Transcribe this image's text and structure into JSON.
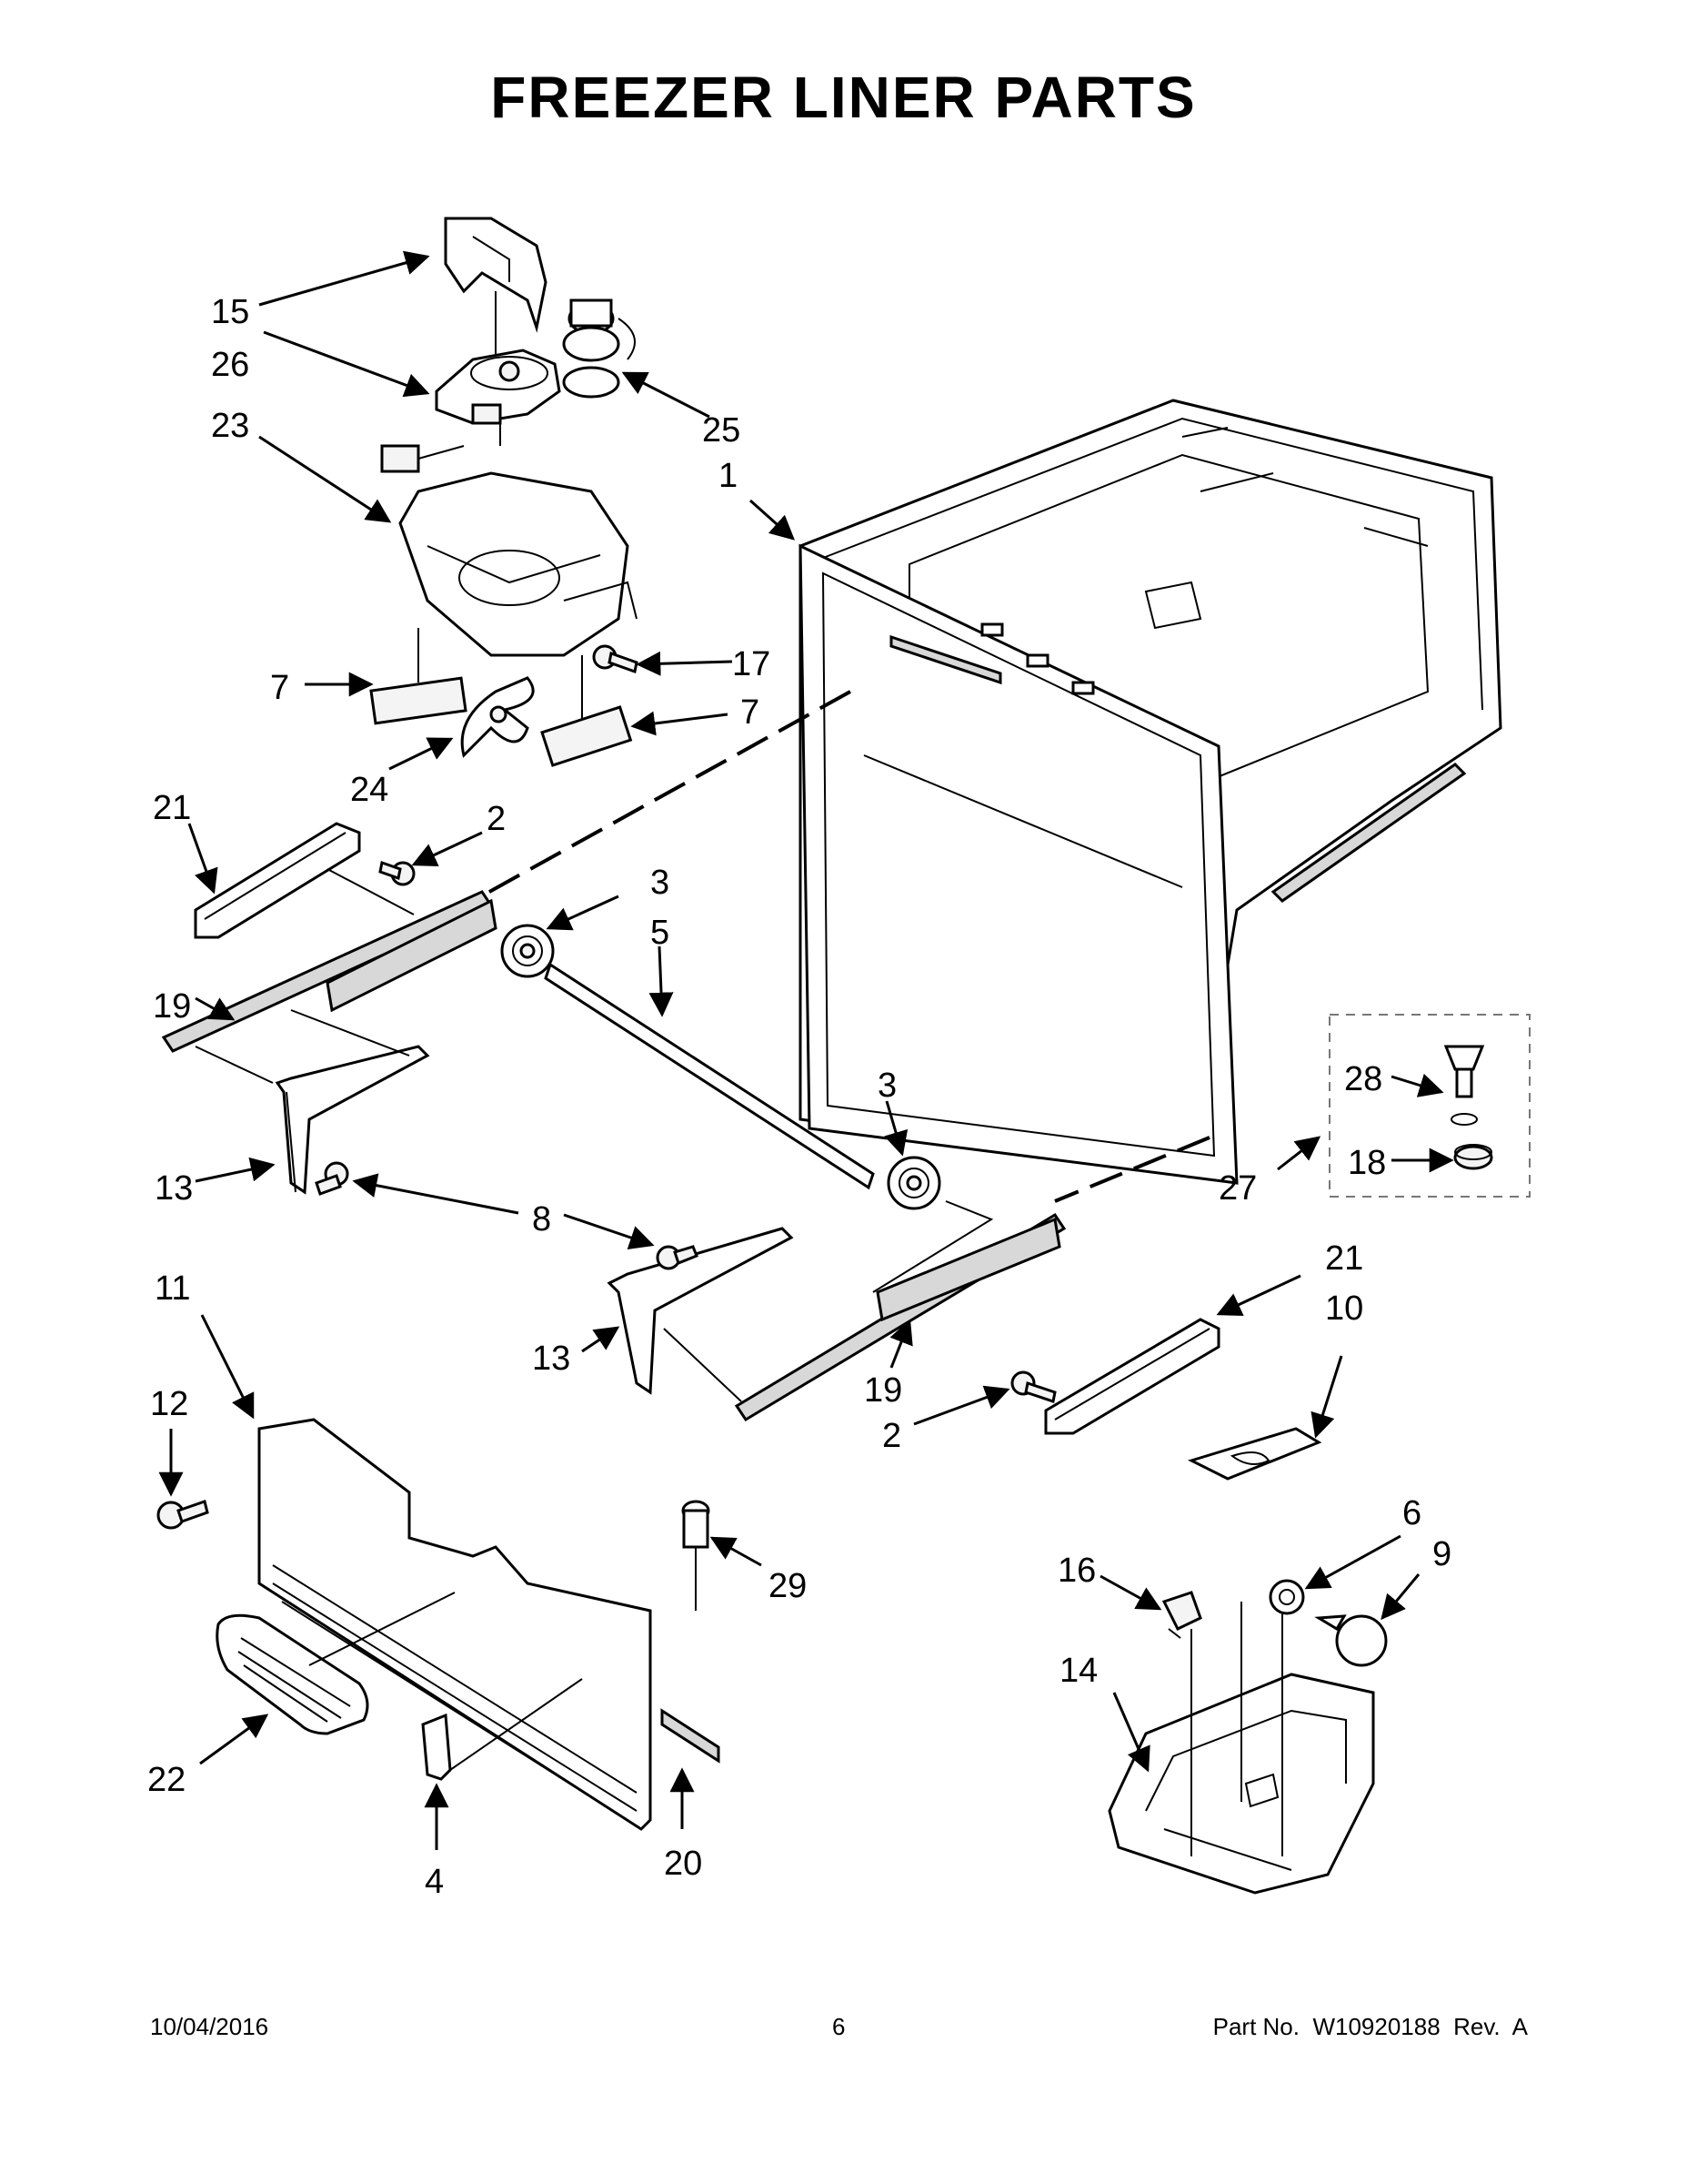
{
  "title": "FREEZER LINER PARTS",
  "footer": {
    "date": "10/04/2016",
    "page": "6",
    "part_no": "Part No.  W10920188  Rev.  A"
  },
  "callouts": {
    "c1": "1",
    "c2a": "2",
    "c2b": "2",
    "c3a": "3",
    "c3b": "3",
    "c4": "4",
    "c5": "5",
    "c6": "6",
    "c7a": "7",
    "c7b": "7",
    "c8": "8",
    "c9": "9",
    "c10": "10",
    "c11": "11",
    "c12": "12",
    "c13a": "13",
    "c13b": "13",
    "c14": "14",
    "c15": "15",
    "c16": "16",
    "c17": "17",
    "c18": "18",
    "c19a": "19",
    "c19b": "19",
    "c20": "20",
    "c21a": "21",
    "c21b": "21",
    "c22": "22",
    "c23": "23",
    "c24": "24",
    "c25": "25",
    "c26": "26",
    "c27": "27",
    "c28": "28",
    "c29": "29"
  }
}
